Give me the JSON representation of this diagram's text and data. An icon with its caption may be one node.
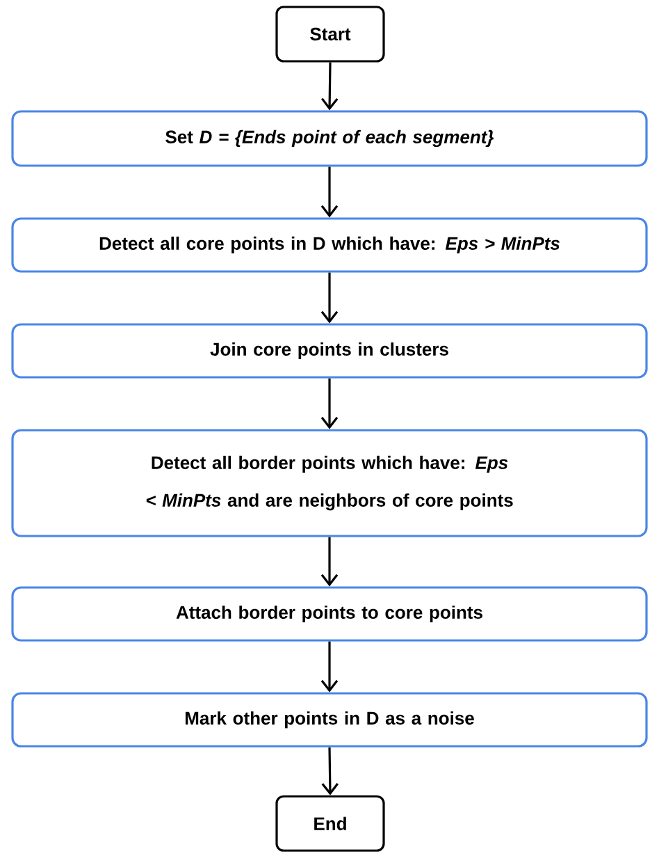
{
  "diagram": {
    "nodes": [
      {
        "text": [
          "Start"
        ]
      },
      {
        "text": [
          "Set *D = {Ends point of each segment}*"
        ]
      },
      {
        "text": [
          "Detect all core points in D which have: *Eps > MinPts*"
        ]
      },
      {
        "text": [
          "Join core points in clusters"
        ]
      },
      {
        "text": [
          "Detect all border points which have:  *Eps < MinPts* and are neighbors of core points"
        ]
      },
      {
        "text": [
          "Attach border points to core points"
        ]
      },
      {
        "text": [
          "Mark other points in D as a noise"
        ]
      },
      {
        "text": [
          "End"
        ]
      }
    ],
    "edges": [
      {
        "from": 0,
        "to": 1,
        "arrow": "to"
      },
      {
        "from": 1,
        "to": 2,
        "arrow": "to"
      },
      {
        "from": 2,
        "to": 3,
        "arrow": "to"
      },
      {
        "from": 3,
        "to": 4,
        "arrow": "to"
      },
      {
        "from": 4,
        "to": 5,
        "arrow": "to"
      },
      {
        "from": 5,
        "to": 6,
        "arrow": "to"
      },
      {
        "from": 6,
        "to": 7,
        "arrow": "to"
      }
    ]
  }
}
